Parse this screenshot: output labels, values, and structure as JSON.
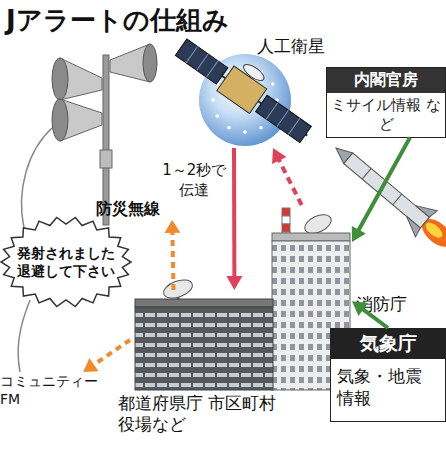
{
  "diagram": {
    "title": "Jアラートの仕組み",
    "nodes": [
      {
        "text": [
          "人工衛星"
        ]
      },
      {
        "text": [
          "内閣官房",
          "ミサイル情報 など"
        ]
      },
      {
        "text": [
          "防災無線"
        ]
      },
      {
        "text": [
          "発射されました 退避して下さい"
        ]
      },
      {
        "text": [
          "消防庁"
        ]
      },
      {
        "text": [
          "都道府県庁 市区町村役場など"
        ]
      },
      {
        "text": [
          "コミュニティー FM"
        ]
      },
      {
        "text": [
          "気象庁",
          "気象・地震 情報"
        ]
      }
    ],
    "edges": [
      {
        "from": 1,
        "to": 4,
        "arrow": "to"
      },
      {
        "from": 7,
        "to": 4,
        "arrow": "to"
      },
      {
        "from": 4,
        "to": 0,
        "arrow": "to"
      },
      {
        "from": 0,
        "to": 5,
        "label": "1～2秒で 伝達",
        "arrow": "to"
      },
      {
        "from": 5,
        "to": 2,
        "arrow": "to"
      },
      {
        "from": 5,
        "to": 6,
        "arrow": "to"
      }
    ]
  }
}
